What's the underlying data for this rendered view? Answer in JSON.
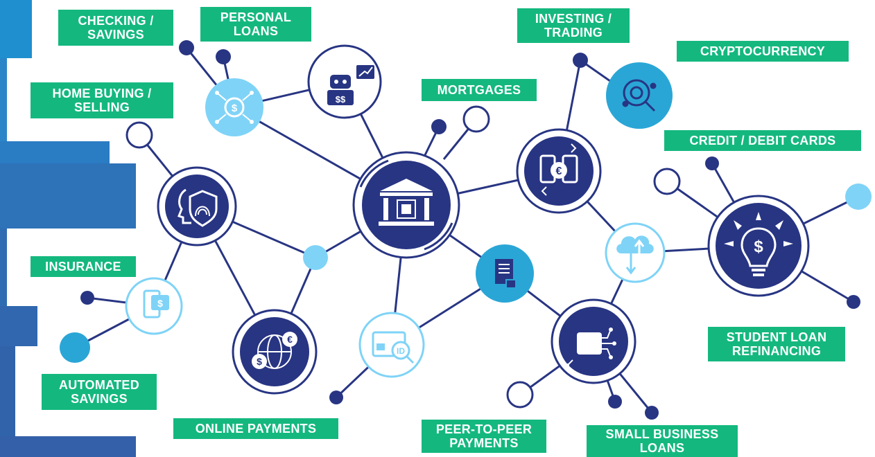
{
  "colors": {
    "navy": "#283583",
    "green": "#14b87f",
    "light_blue": "#7fd3f7",
    "mid_blue": "#2aa6d6",
    "white": "#ffffff",
    "sidebar_blue": "#2e72b8"
  },
  "labels": {
    "checking_savings": [
      "CHECKING /",
      "SAVINGS"
    ],
    "personal_loans": [
      "PERSONAL",
      "LOANS"
    ],
    "investing_trading": [
      "INVESTING /",
      "TRADING"
    ],
    "cryptocurrency": [
      "CRYPTOCURRENCY"
    ],
    "home_buying_selling": [
      "HOME BUYING /",
      "SELLING"
    ],
    "mortgages": [
      "MORTGAGES"
    ],
    "credit_debit_cards": [
      "CREDIT / DEBIT CARDS"
    ],
    "insurance": [
      "INSURANCE"
    ],
    "student_loan_refinancing": [
      "STUDENT LOAN",
      "REFINANCING"
    ],
    "automated_savings": [
      "AUTOMATED",
      "SAVINGS"
    ],
    "online_payments": [
      "ONLINE PAYMENTS"
    ],
    "peer_to_peer_payments": [
      "PEER-TO-PEER",
      "PAYMENTS"
    ],
    "small_business_loans": [
      "SMALL BUSINESS",
      "LOANS"
    ]
  },
  "icons": {
    "bank": "bank-chip-icon",
    "robot_advisor": "robot-advisor-icon",
    "money_network": "dollar-network-icon",
    "crypto_search": "crypto-search-icon",
    "currency_exchange": "euro-exchange-icon",
    "identity_security": "fingerprint-shield-icon",
    "lightbulb_dollar": "dollar-lightbulb-icon",
    "cloud_transfer": "cloud-transfer-icon",
    "mobile_payment": "mobile-payment-icon",
    "global_currency": "global-currency-icon",
    "digital_id": "digital-id-icon",
    "secure_document": "secure-document-icon",
    "digital_wallet": "digital-wallet-icon"
  }
}
